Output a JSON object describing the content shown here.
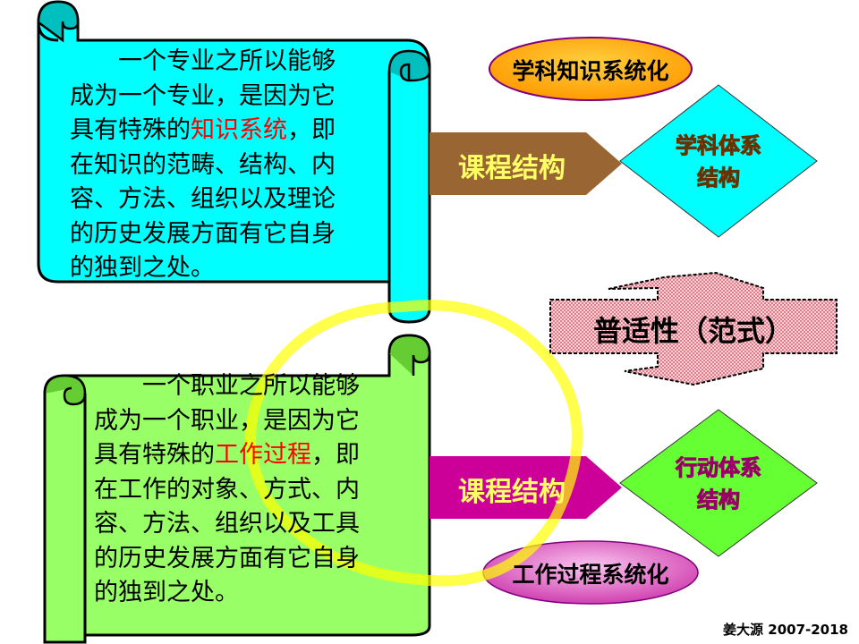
{
  "top_scroll": {
    "lines": [
      "　　一个专业之所以能够",
      "成为一个专业，是因为它"
    ],
    "line3_before": "具有特殊的",
    "line3_highlight": "知识系统",
    "line3_after": "，即",
    "rest_lines": [
      "在知识的范畴、结构、内",
      "容、方法、组织以及理论",
      "的历史发展方面有它自身",
      "的独到之处。"
    ],
    "fill_color": "#00ffff"
  },
  "bottom_scroll": {
    "lines": [
      "　　一个职业之所以能够",
      "成为一个职业，是因为它"
    ],
    "line3_before": "具有特殊的",
    "line3_highlight": "工作过程",
    "line3_after": "，即",
    "rest_lines": [
      "在工作的对象、方式、内",
      "容、方法、组织以及工具",
      "的历史发展方面有它自身",
      "的独到之处。"
    ],
    "fill_color": "#99ff66"
  },
  "top_ellipse": {
    "label": "学科知识系统化",
    "color": "#ffa500"
  },
  "top_arrow": {
    "label": "课程结构",
    "color": "#996633"
  },
  "top_diamond": {
    "line1": "学科体系",
    "line2": "结构",
    "color": "#00ffff",
    "text_color": "#cc6600"
  },
  "middle_arrow": {
    "label": "普适性（范式）",
    "color": "#f4b6bd"
  },
  "bottom_arrow": {
    "label": "课程结构",
    "color": "#cc0099"
  },
  "bottom_diamond": {
    "line1": "行动体系",
    "line2": "结构",
    "color": "#66ff33",
    "text_color": "#cc0099"
  },
  "bottom_ellipse": {
    "label": "工作过程系统化",
    "color": "#dd44bb"
  },
  "footer": {
    "credit": "姜大源  2007-2018"
  }
}
